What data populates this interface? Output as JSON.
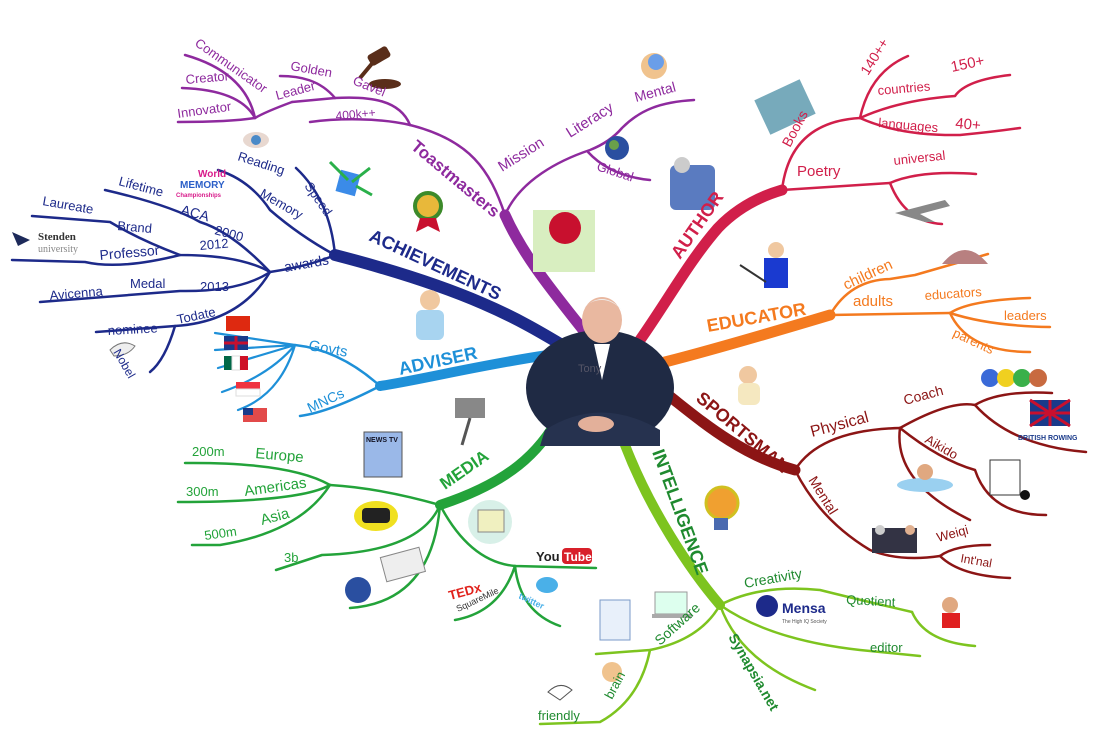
{
  "center": {
    "name_on_photo": "Tony"
  },
  "branches": [
    {
      "key": "mission",
      "color": "#8e2a9e",
      "label": "Toastmasters",
      "items": [
        "Mission",
        "Literacy",
        "Mental",
        "Global",
        "400k++",
        "Leader",
        "Golden",
        "Gavel",
        "Communicator",
        "Creator",
        "Innovator"
      ]
    },
    {
      "key": "author",
      "color": "#d11f4a",
      "label": "AUTHOR",
      "items": [
        "Books",
        "Poetry",
        "140++",
        "countries",
        "150+",
        "languages",
        "40+",
        "universal"
      ]
    },
    {
      "key": "educator",
      "color": "#f47a1f",
      "label": "EDUCATOR",
      "items": [
        "children",
        "adults",
        "educators",
        "leaders",
        "parents"
      ]
    },
    {
      "key": "sportsman",
      "color": "#8c1515",
      "label": "SPORTSMAN",
      "items": [
        "Physical",
        "Coach",
        "Aikido",
        "Mental",
        "Weiqi",
        "Int'nal"
      ]
    },
    {
      "key": "intelligence",
      "color": "#7dc41f",
      "text_color": "#1f8a2f",
      "label": "INTELLIGENCE",
      "items": [
        "Creativity",
        "Quotient",
        "editor",
        "Synapsia.net",
        "Software",
        "brain",
        "friendly"
      ]
    },
    {
      "key": "media",
      "color": "#23a33a",
      "label": "MEDIA",
      "items": [
        "Europe",
        "200m",
        "Americas",
        "300m",
        "Asia",
        "500m",
        "3b"
      ]
    },
    {
      "key": "adviser",
      "color": "#1e90d8",
      "label": "ADVISER",
      "items": [
        "Govts",
        "MNCs"
      ]
    },
    {
      "key": "achievements",
      "color": "#1d2a8a",
      "label": "ACHIEVEMENTS",
      "items": [
        "awards",
        "Speed",
        "Memory",
        "Reading",
        "Lifetime",
        "ACA",
        "2000",
        "Laureate",
        "Brand",
        "2012",
        "Professor",
        "Avicenna",
        "Medal",
        "2013",
        "Todate",
        "nominee",
        "Nobel"
      ]
    }
  ],
  "logos": {
    "stenden_1": "Stenden",
    "stenden_2": "university",
    "world_memory_1": "World",
    "world_memory_2": "MEMORY",
    "world_memory_3": "Championships",
    "british_rowing": "BRITISH ROWING",
    "mensa": "Mensa",
    "mensa_sub": "The High IQ Society",
    "youtube_1": "You",
    "youtube_2": "Tube",
    "ted_1": "TEDx",
    "ted_2": "SquareMile",
    "twitter": "twitter",
    "news_tv": "NEWS TV"
  }
}
